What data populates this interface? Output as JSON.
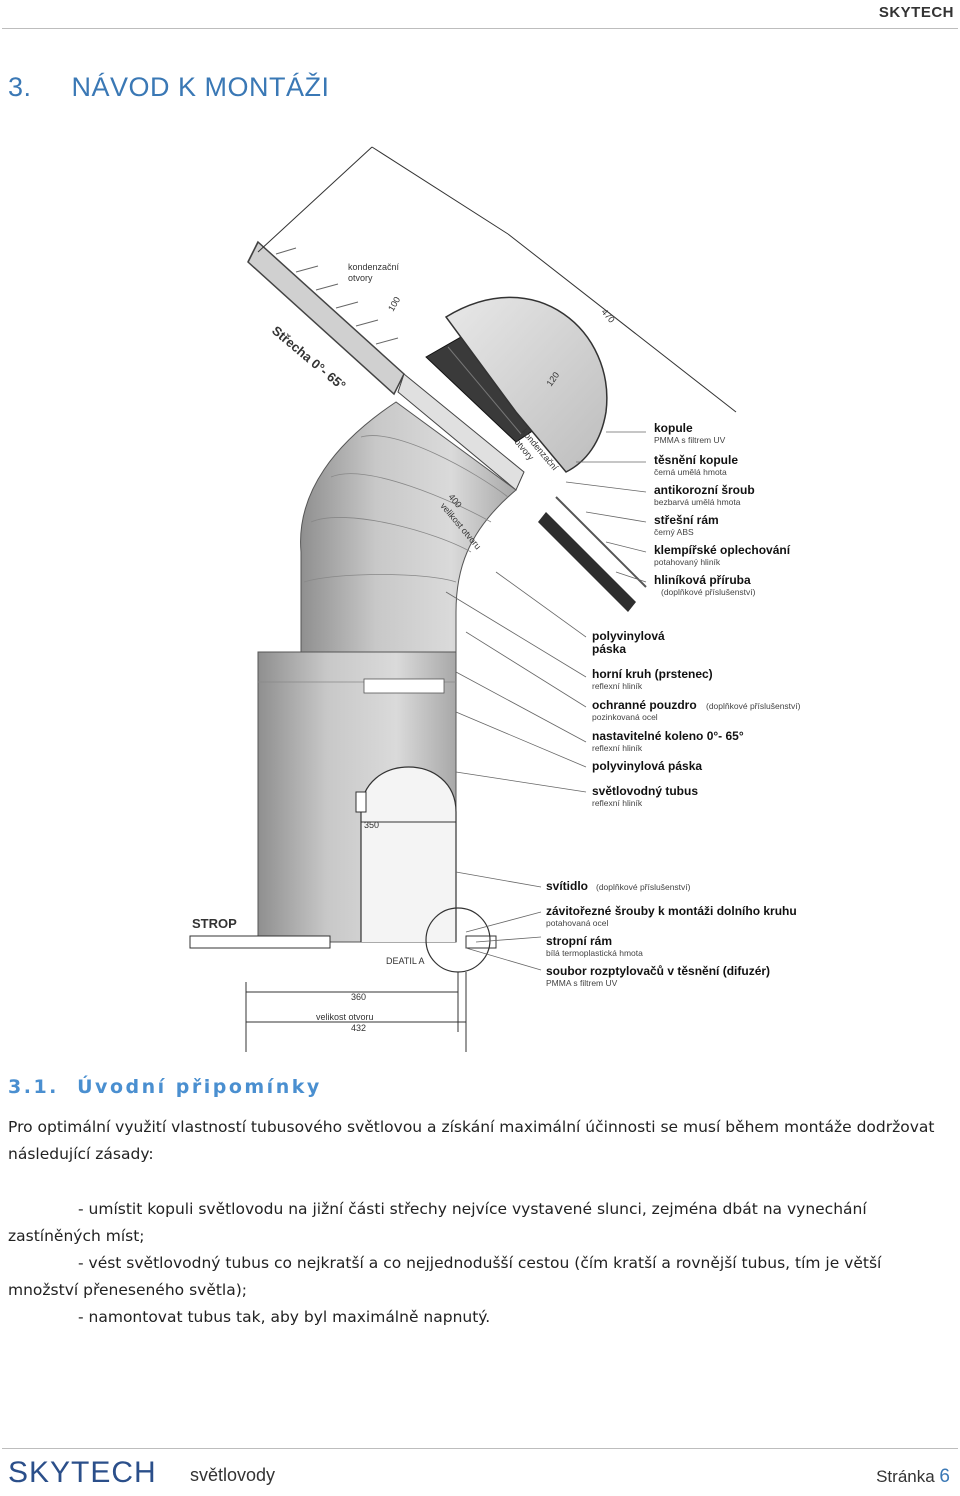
{
  "header": {
    "brand": "SKYTECH"
  },
  "section": {
    "number": "3.",
    "title": "NÁVOD K MONTÁŽI"
  },
  "figure": {
    "labels": {
      "kondenzacni_top": [
        "kondenzační",
        "otvory"
      ],
      "strecha": "Střecha 0°- 65°",
      "dim_100": "100",
      "dim_470": "470",
      "dim_120": "120",
      "kondenzacni_mid": [
        "kondenzační",
        "otvory"
      ],
      "dim_400": [
        "400",
        "velikost otvoru"
      ],
      "dim_350": "350",
      "strop": "STROP",
      "detail": "DEATIL A",
      "dim_360": "360",
      "dim_432": [
        "velikost otvoru",
        "432"
      ]
    },
    "callouts": [
      {
        "title": "kopule",
        "sub": "PMMA s filtrem UV"
      },
      {
        "title": "těsnění kopule",
        "sub": "černá umělá hmota"
      },
      {
        "title": "antikorozní šroub",
        "sub": "bezbarvá umělá hmota"
      },
      {
        "title": "střešní rám",
        "sub": "černý ABS"
      },
      {
        "title": "klempířské oplechování",
        "sub": "potahovaný hliník"
      },
      {
        "title": "hliníková příruba",
        "sub": "(doplňkové příslušenství)"
      },
      {
        "title": "polyvinylová",
        "sub": "páska"
      },
      {
        "title": "horní kruh (prstenec)",
        "sub": "reflexní hliník"
      },
      {
        "title": "ochranné pouzdro",
        "title_extra": "(doplňkové příslušenství)",
        "sub": "pozinkovaná ocel"
      },
      {
        "title": "nastavitelné koleno 0°- 65°",
        "sub": "reflexní hliník"
      },
      {
        "title": "polyvinylová páska",
        "sub": ""
      },
      {
        "title": "světlovodný tubus",
        "sub": "reflexní hliník"
      },
      {
        "title": "svítidlo",
        "title_extra": "(doplňkové příslušenství)",
        "sub": ""
      },
      {
        "title": "závitořezné šrouby k montáži dolního kruhu",
        "sub": "potahovaná ocel"
      },
      {
        "title": "stropní rám",
        "sub": "bílá termoplastická hmota"
      },
      {
        "title": "soubor rozptylovačů v těsnění (difuzér)",
        "sub": "PMMA s filtrem UV"
      }
    ]
  },
  "subsection": {
    "number": "3.1.",
    "title": "Úvodní připomínky"
  },
  "intro": "Pro optimální využití vlastností tubusového světlovou a získání maximální účinnosti se musí během montáže dodržovat následující zásady:",
  "bullets": [
    "- umístit kopuli světlovodu na jižní části střechy nejvíce vystavené slunci, zejména dbát na vynechání zastíněných míst;",
    "- vést světlovodný tubus co nejkratší a co nejjednodušší cestou (čím kratší a rovnější tubus, tím je větší množství přeneseného světla);",
    "- namontovat tubus tak, aby byl maximálně napnutý."
  ],
  "footer": {
    "logo": "SKYTECH",
    "subtitle": "světlovody",
    "page_label": "Stránka",
    "page_number": "6"
  },
  "colors": {
    "accent": "#3a78b5",
    "subtitle": "#4a8fd0",
    "tube": "#b9b9b9",
    "dome": "#d6d6d6",
    "frame": "#333333"
  }
}
